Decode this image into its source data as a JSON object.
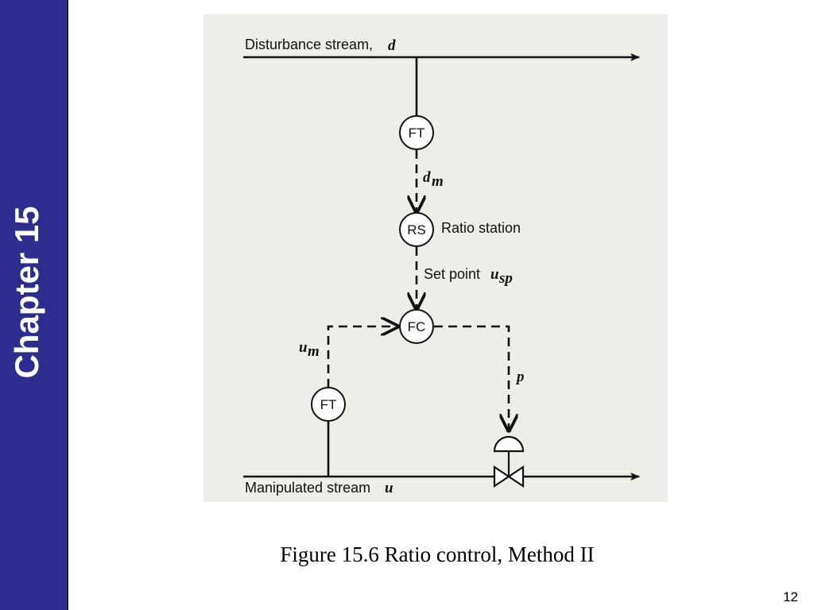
{
  "sidebar": {
    "chapter_label": "Chapter 15",
    "background_color": "#2d2d8f"
  },
  "diagram": {
    "streams": {
      "disturbance": {
        "label": "Disturbance stream,",
        "symbol": "d"
      },
      "manipulated": {
        "label": "Manipulated stream",
        "symbol": "u"
      }
    },
    "nodes": {
      "ft_top": "FT",
      "rs": "RS",
      "fc": "FC",
      "ft_bottom": "FT"
    },
    "labels": {
      "ratio_station": "Ratio station",
      "set_point": "Set point",
      "set_point_symbol": "u",
      "set_point_subscript": "sp",
      "dm_symbol": "d",
      "dm_subscript": "m",
      "um_symbol": "u",
      "um_subscript": "m",
      "p_symbol": "p"
    }
  },
  "caption": "Figure 15.6 Ratio control, Method II",
  "page_number": "12"
}
